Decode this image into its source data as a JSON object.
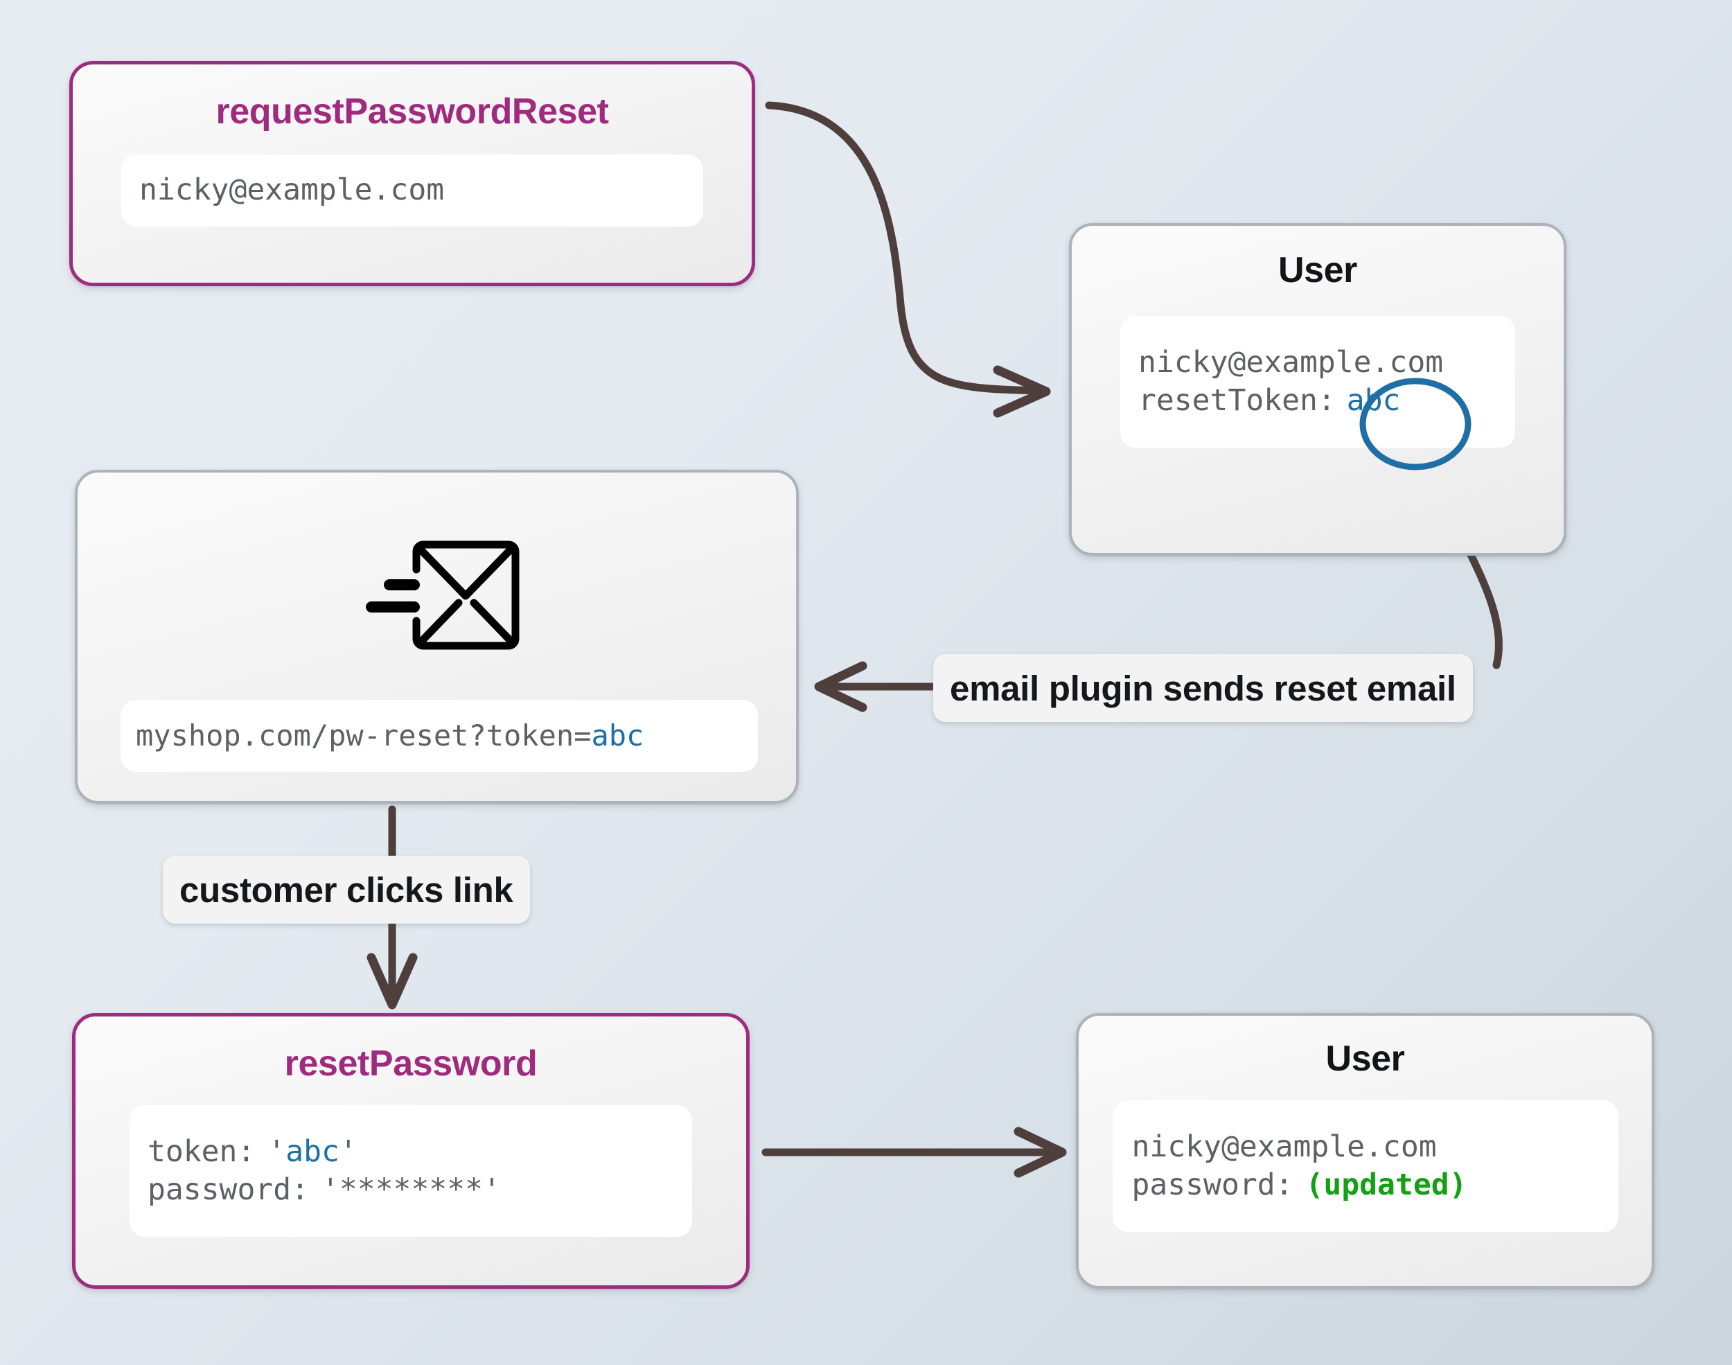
{
  "diagram": {
    "title": "password reset token flow",
    "colors": {
      "accent_magenta": "#9f2b7e",
      "node_border_neutral": "#adb4b9",
      "token_blue": "#1f6fa6",
      "updated_green": "#14a014",
      "arrow_brown": "#4e3f3c",
      "background_from": "#e7ecf1",
      "background_to": "#ccd6de"
    }
  },
  "nodes": {
    "request_password_reset": {
      "title": "requestPasswordReset",
      "email": "nicky@example.com"
    },
    "user_token": {
      "title": "User",
      "email": "nicky@example.com",
      "token_label": "resetToken:",
      "token_value": "abc",
      "token_circled": true
    },
    "email_message": {
      "icon": "envelope-send-icon",
      "url_prefix": "myshop.com/pw-reset?token=",
      "url_token": "abc"
    },
    "reset_password": {
      "title": "resetPassword",
      "token_label": "token:",
      "token_open_quote": "'",
      "token_value": "abc",
      "token_close_quote": "'",
      "password_label": "password:",
      "password_value": "'********'"
    },
    "user_updated": {
      "title": "User",
      "email": "nicky@example.com",
      "password_label": "password:",
      "password_value": "(updated)"
    }
  },
  "edges": {
    "request_to_user": {
      "label": ""
    },
    "token_to_email_plugin": {
      "label": ""
    },
    "email_plugin_to_message": {
      "label": "email plugin sends reset email"
    },
    "message_to_reset": {
      "label": "customer clicks link"
    },
    "reset_to_user_updated": {
      "label": ""
    }
  }
}
